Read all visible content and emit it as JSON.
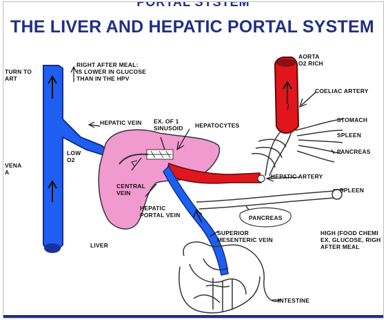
{
  "header": {
    "top_fragment": "PORTAL SYSTEM",
    "title": "THE LIVER AND HEPATIC PORTAL SYSTEM"
  },
  "labels": {
    "return_to_heart": "TURN TO\nART",
    "right_after_meal": "RIGHT AFTER MEAL:\nIS LOWER IN GLUCOSE\nTHAN IN THE HPV",
    "hepatic_vein": "HEPATIC VEIN",
    "ex_sinusoid": "EX. OF 1\nSINUSOID",
    "hepatocytes": "HEPATOCYTES",
    "low_o2": "LOW\nO2",
    "vena_cava": "VENA\nA",
    "central_vein": "CENTRAL\nVEIN",
    "hepatic_portal_vein": "HEPATIC\nPORTAL VEIN",
    "liver": "LIVER",
    "aorta": "AORTA\nO2 RICH",
    "coeliac_artery": "COELIAC ARTERY",
    "stomach": "STOMACH",
    "spleen_top": "SPLEEN",
    "pancreas_right": "PANCREAS",
    "hepatic_artery": "HEPATIC ARTERY",
    "spleen_mid": "SPLEEN",
    "pancreas_mid": "PANCREAS",
    "superior_mesenteric_vein": "SUPERIOR\nMESENTERIC VEIN",
    "high_food_chem": "HIGH (FOOD CHEMI\nEX. GLUCOSE, RIGH\nAFTER MEAL",
    "intestine": "INTESTINE"
  },
  "colors": {
    "title": "#1f2f86",
    "vein_blue": "#1e5ff2",
    "artery_red": "#e0161c",
    "liver_pink": "#f19ad0"
  }
}
